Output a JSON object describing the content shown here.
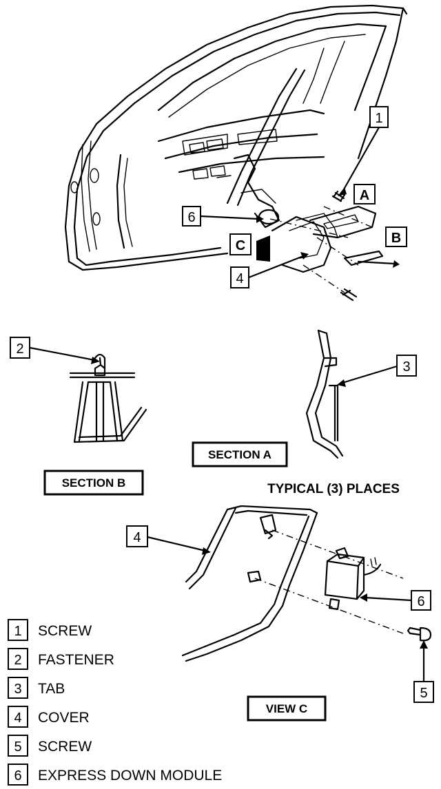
{
  "callouts": {
    "c1": "1",
    "c2": "2",
    "c3": "3",
    "c4a": "4",
    "c4b": "4",
    "c5": "5",
    "c6a": "6",
    "c6b": "6",
    "A": "A",
    "B": "B",
    "C": "C"
  },
  "sections": {
    "section_a": "SECTION A",
    "section_b": "SECTION B",
    "view_c": "VIEW C",
    "typical": "TYPICAL (3) PLACES"
  },
  "legend": [
    {
      "num": "1",
      "label": "SCREW"
    },
    {
      "num": "2",
      "label": "FASTENER"
    },
    {
      "num": "3",
      "label": "TAB"
    },
    {
      "num": "4",
      "label": "COVER"
    },
    {
      "num": "5",
      "label": "SCREW"
    },
    {
      "num": "6",
      "label": "EXPRESS DOWN MODULE"
    }
  ]
}
